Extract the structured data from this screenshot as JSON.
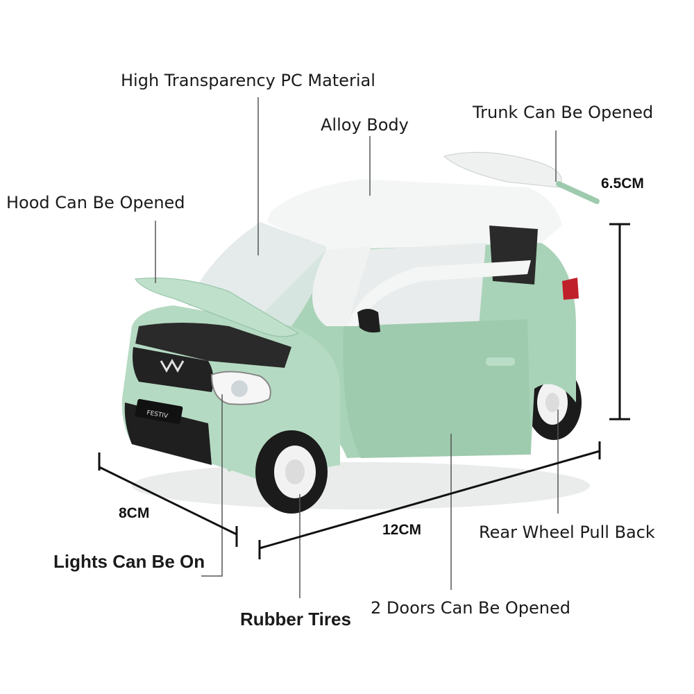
{
  "labels": {
    "pc_material": "High Transparency PC Material",
    "alloy_body": "Alloy Body",
    "trunk": "Trunk Can Be Opened",
    "hood": "Hood Can Be Opened",
    "lights": "Lights Can Be On",
    "tires": "Rubber Tires",
    "doors": "2 Doors Can Be Opened",
    "rear_wheel": "Rear Wheel Pull Back"
  },
  "dimensions": {
    "height": "6.5CM",
    "width": "8CM",
    "length": "12CM"
  },
  "badge": {
    "plate": "FESTIV"
  },
  "colors": {
    "body": "#a9d3b8",
    "body_shade": "#8fbfa2",
    "roof": "#f4f6f5",
    "tire": "#1b1b1b",
    "grille": "#222222",
    "text": "#1a1a1a"
  }
}
